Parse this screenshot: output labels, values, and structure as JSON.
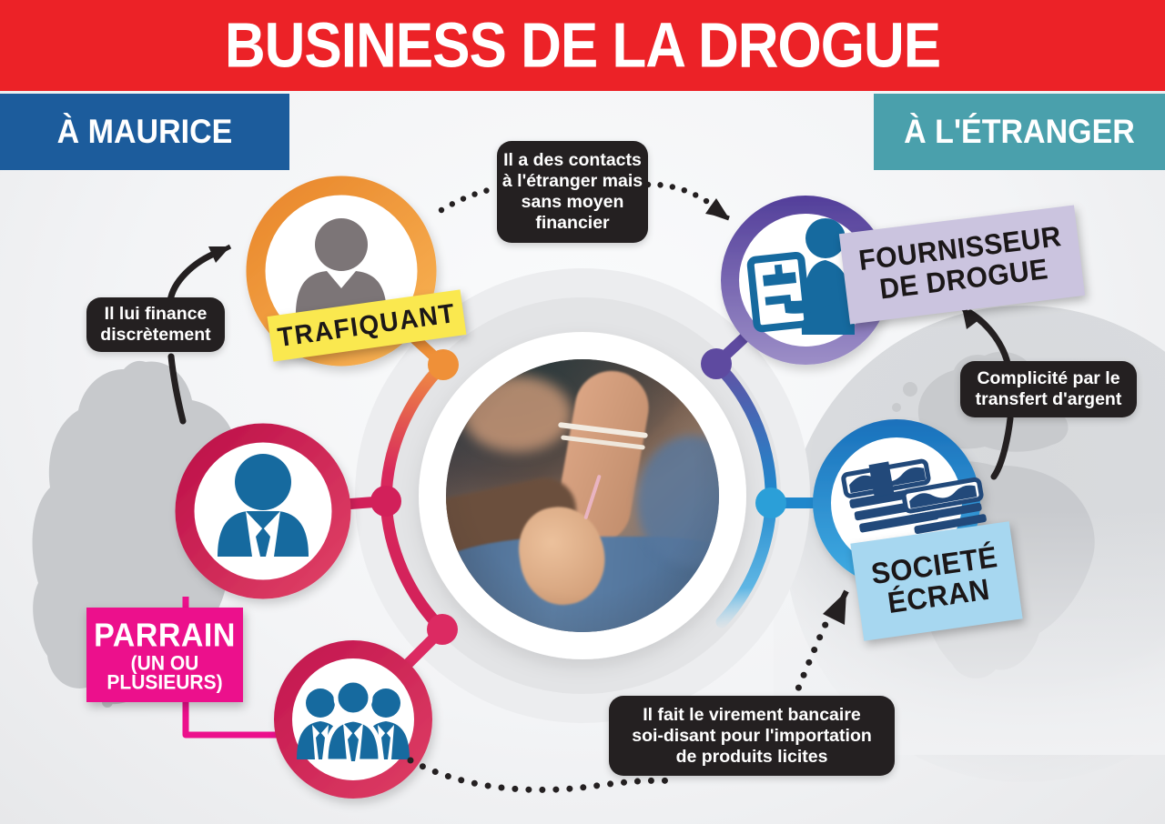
{
  "title": {
    "text": "BUSINESS DE LA DROGUE"
  },
  "banners": {
    "left": "À MAURICE",
    "right": "À L'ÉTRANGER"
  },
  "entities": {
    "trafiquant": {
      "label": "TRAFIQUANT",
      "icon": "person-icon"
    },
    "fournisseur": {
      "label_lines": [
        "FOURNISSEUR",
        "DE DROGUE"
      ],
      "icon": "person-with-package-icon"
    },
    "parrain": {
      "label": "PARRAIN",
      "sub_lines": [
        "(UN OU",
        "PLUSIEURS)"
      ],
      "icon": "businessman-icon"
    },
    "societe": {
      "label_lines": [
        "SOCIETÉ",
        "ÉCRAN"
      ],
      "icon": "money-stacks-icon"
    },
    "complices": {
      "icon": "people-group-icon"
    },
    "center": {
      "icon": "drug-injection-photo"
    }
  },
  "callouts": {
    "contacts": {
      "lines": [
        "Il a des contacts",
        "à l'étranger mais",
        "sans moyen",
        "financier"
      ]
    },
    "finance": {
      "lines": [
        "Il lui finance",
        "discrètement"
      ]
    },
    "complicite": {
      "lines": [
        "Complicité par le",
        "transfert d'argent"
      ]
    },
    "virement": {
      "lines": [
        "Il fait le virement bancaire",
        "soi-disant pour l'importation",
        "de produits licites"
      ]
    }
  },
  "colors": {
    "header_red": "#EC2227",
    "maurice_blue": "#1C5C9C",
    "etranger_teal": "#4AA0AC",
    "trafiquant_orange": "#F0913B",
    "trafiquant_label_yellow": "#FAE84F",
    "fournisseur_purple": "#5E4AA0",
    "fournisseur_label_lavender": "#CBC4DF",
    "parrain_crimson": "#C9164F",
    "parrain_label_magenta": "#EC108C",
    "societe_blue": "#1F87CC",
    "societe_label_lightblue": "#A7D7F0",
    "callout_black": "#242021",
    "icon_blue": "#176A9F",
    "money_navy": "#20497A",
    "person_gray": "#7B7477",
    "map_gray": "#C7C9CC",
    "background": "#F0F1F3"
  }
}
